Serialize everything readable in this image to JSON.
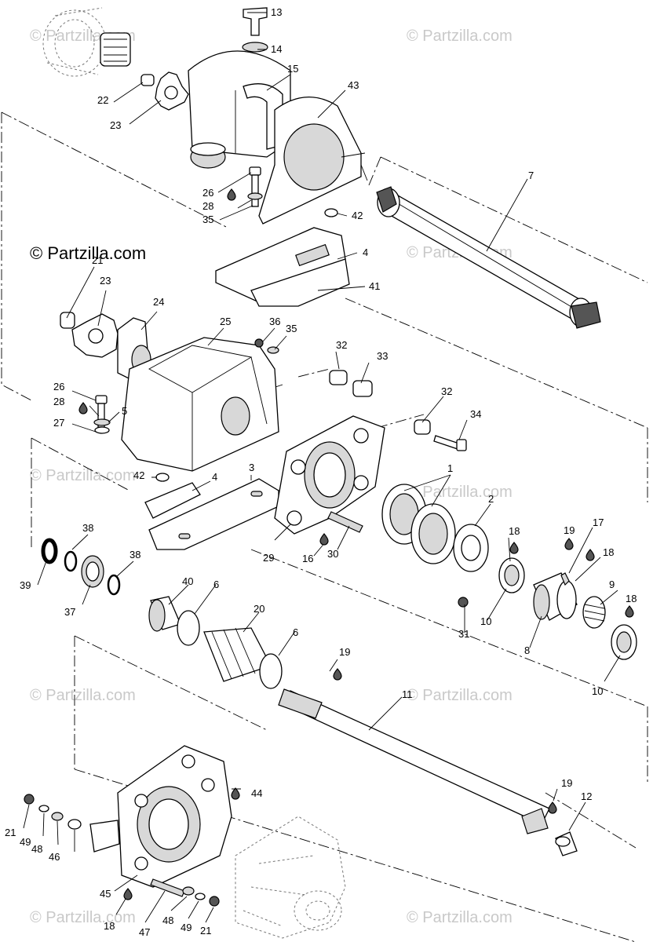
{
  "watermarks": {
    "main": "© Partzilla.com",
    "repeat": "© Partzilla.com"
  },
  "callouts": {
    "c13": "13",
    "c14": "14",
    "c15": "15",
    "c43": "43",
    "c22": "22",
    "c23a": "23",
    "c7": "7",
    "c26a": "26",
    "c28a": "28",
    "c35a": "35",
    "c42a": "42",
    "c4a": "4",
    "c41": "41",
    "c21a": "21",
    "c23b": "23",
    "c24": "24",
    "c25": "25",
    "c36": "36",
    "c35b": "35",
    "c32a": "32",
    "c33": "33",
    "c26b": "26",
    "c28b": "28",
    "c5": "5",
    "c27": "27",
    "c32b": "32",
    "c34": "34",
    "c42b": "42",
    "c4b": "4",
    "c3": "3",
    "c1": "1",
    "c2": "2",
    "c18a": "18",
    "c19a": "19",
    "c17": "17",
    "c18b": "18",
    "c38a": "38",
    "c38b": "38",
    "c39": "39",
    "c37": "37",
    "c29": "29",
    "c16": "16",
    "c30": "30",
    "c40": "40",
    "c6a": "6",
    "c10a": "10",
    "c31": "31",
    "c8": "8",
    "c9": "9",
    "c18c": "18",
    "c10b": "10",
    "c20": "20",
    "c6b": "6",
    "c19b": "19",
    "c11": "11",
    "c44": "44",
    "c19c": "19",
    "c12": "12",
    "c21b": "21",
    "c49a": "49",
    "c48a": "48",
    "c46": "46",
    "c45": "45",
    "c18d": "18",
    "c47": "47",
    "c48b": "48",
    "c49b": "49",
    "c21c": "21"
  }
}
